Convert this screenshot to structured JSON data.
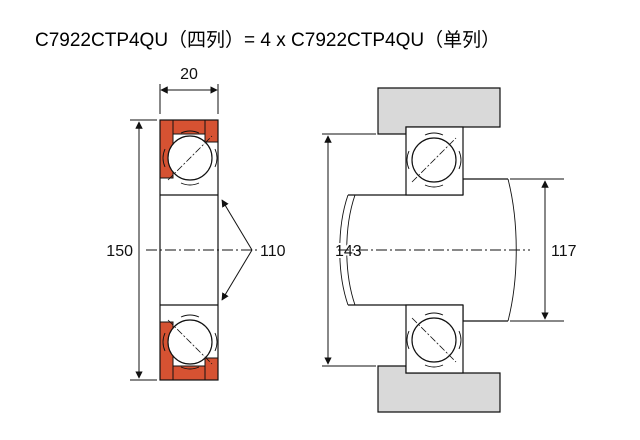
{
  "title": "C7922CTP4QU（四列）= 4 x C7922CTP4QU（单列）",
  "left_diagram": {
    "dims": {
      "width": "20",
      "outer_diameter": "150",
      "bore_diameter": "110"
    }
  },
  "right_diagram": {
    "dims": {
      "housing_abutment_diameter": "143",
      "shaft_abutment_diameter": "117"
    }
  },
  "colors": {
    "seal_orange": "#d65232",
    "housing_gray": "#d9d9d9",
    "line_dark": "#111111",
    "background": "#ffffff"
  }
}
